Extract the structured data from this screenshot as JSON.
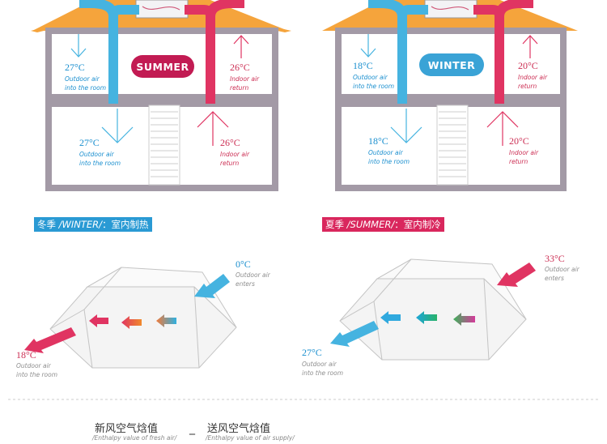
{
  "left_house": {
    "season_label": "SUMMER",
    "upper_out_temp": "27°C",
    "upper_out_note": [
      "Outdoor air",
      "into the room"
    ],
    "upper_in_temp": "26°C",
    "upper_in_note": [
      "Indoor air",
      "return"
    ],
    "lower_out_temp": "27°C",
    "lower_out_note": [
      "Outdoor air",
      "into the room"
    ],
    "lower_in_temp": "26°C",
    "lower_in_note": [
      "Indoor air",
      "return"
    ]
  },
  "right_house": {
    "season_label": "WINTER",
    "upper_out_temp": "18°C",
    "upper_out_note": [
      "Outdoor air",
      "into the room"
    ],
    "upper_in_temp": "20°C",
    "upper_in_note": [
      "Indoor air",
      "return"
    ],
    "lower_out_temp": "18°C",
    "lower_out_note": [
      "Outdoor air",
      "into the room"
    ],
    "lower_in_temp": "20°C",
    "lower_in_note": [
      "Indoor air",
      "return"
    ]
  },
  "winter_section": {
    "caption_cn1": "冬季",
    "caption_en": " /WINTER/",
    "caption_cn2": "：室内制热",
    "enter_temp": "0°C",
    "enter_note": [
      "Outdoor air",
      "enters"
    ],
    "exit_temp": "18°C",
    "exit_note": [
      "Outdoor air",
      "into the room"
    ]
  },
  "summer_section": {
    "caption_cn1": "夏季",
    "caption_en": " /SUMMER/",
    "caption_cn2": "：室内制冷",
    "enter_temp": "33°C",
    "enter_note": [
      "Outdoor air",
      "enters"
    ],
    "exit_temp": "27°C",
    "exit_note": [
      "Outdoor air",
      "into the room"
    ]
  },
  "formula": {
    "term1_cn": "新风空气焓值",
    "term1_en": "/Enthalpy value of fresh air/",
    "operator": "_",
    "term2_cn": "送风空气焓值",
    "term2_en": "/Enthalpy value of air supply/"
  },
  "colors": {
    "blue": "#45b3e0",
    "red": "#e03462",
    "roof": "#f5a43c",
    "wall": "#a39aa6",
    "summer_pill": "#c21b53",
    "winter_pill": "#3aa3d6"
  }
}
